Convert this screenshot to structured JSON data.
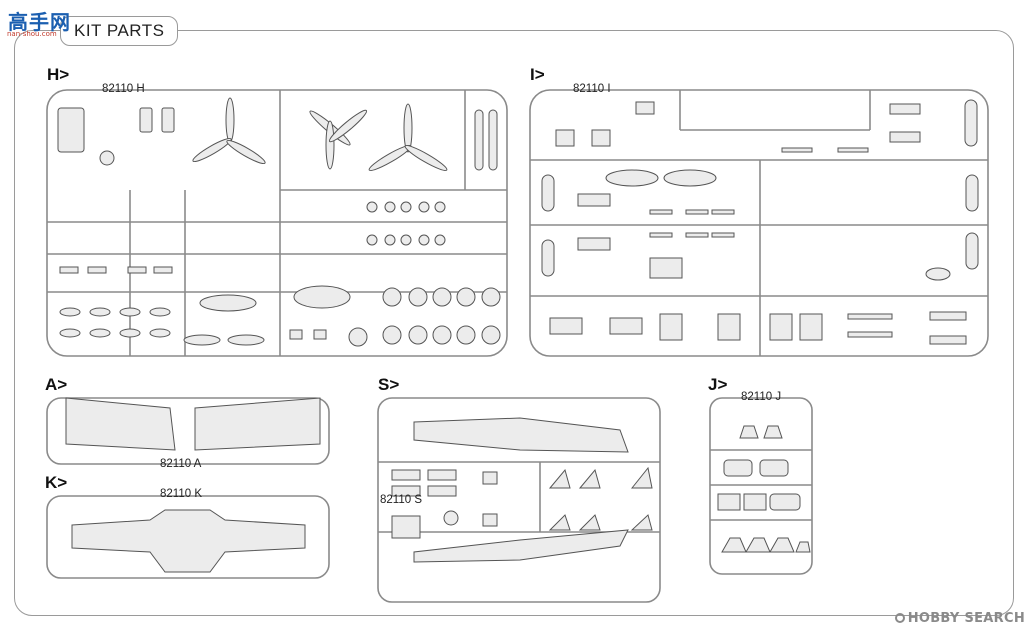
{
  "logo": {
    "text": "高手网",
    "url": "nan-shou.com"
  },
  "title": "KIT PARTS",
  "sections": {
    "H": {
      "letter": "H>",
      "code": "82110 H"
    },
    "I": {
      "letter": "I>",
      "code": "82110 I"
    },
    "A": {
      "letter": "A>",
      "code": "82110 A"
    },
    "K": {
      "letter": "K>",
      "code": "82110 K"
    },
    "S": {
      "letter": "S>",
      "code": "82110 S"
    },
    "J": {
      "letter": "J>",
      "code": "82110 J"
    }
  },
  "watermark": "HOBBY SEARCH",
  "colors": {
    "frame": "#9a9a9a",
    "part_stroke": "#555555",
    "part_fill": "#ececec"
  }
}
